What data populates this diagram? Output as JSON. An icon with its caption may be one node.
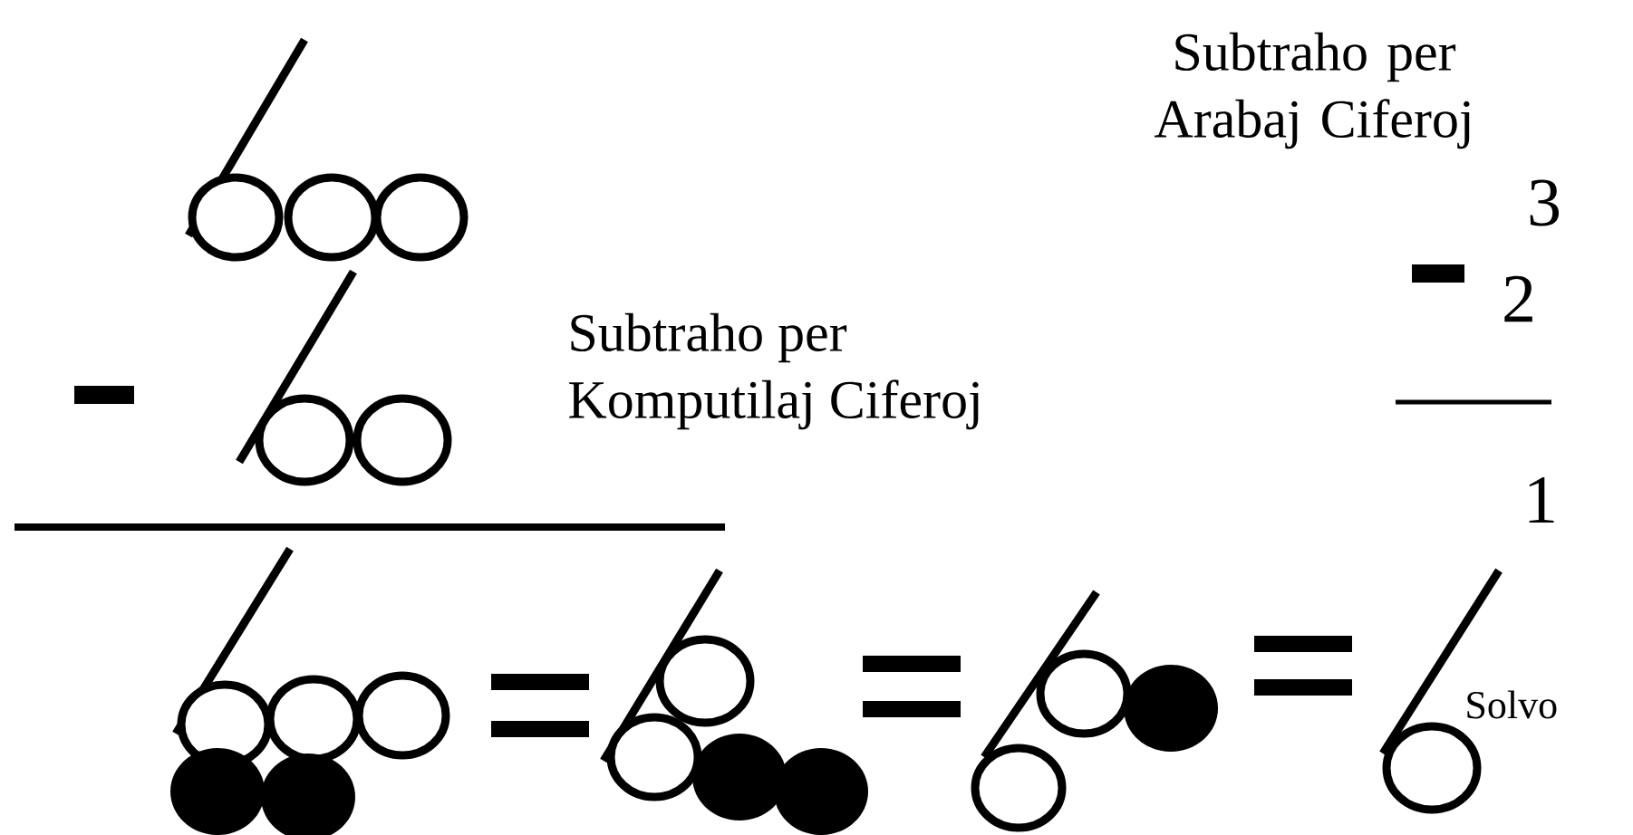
{
  "diagram": {
    "labels": [
      "Subtraho per Arabaj Ciferoj",
      "3",
      "2",
      "1",
      "Subtraho per Komputilaj Ciferoj",
      "Solvo"
    ]
  }
}
